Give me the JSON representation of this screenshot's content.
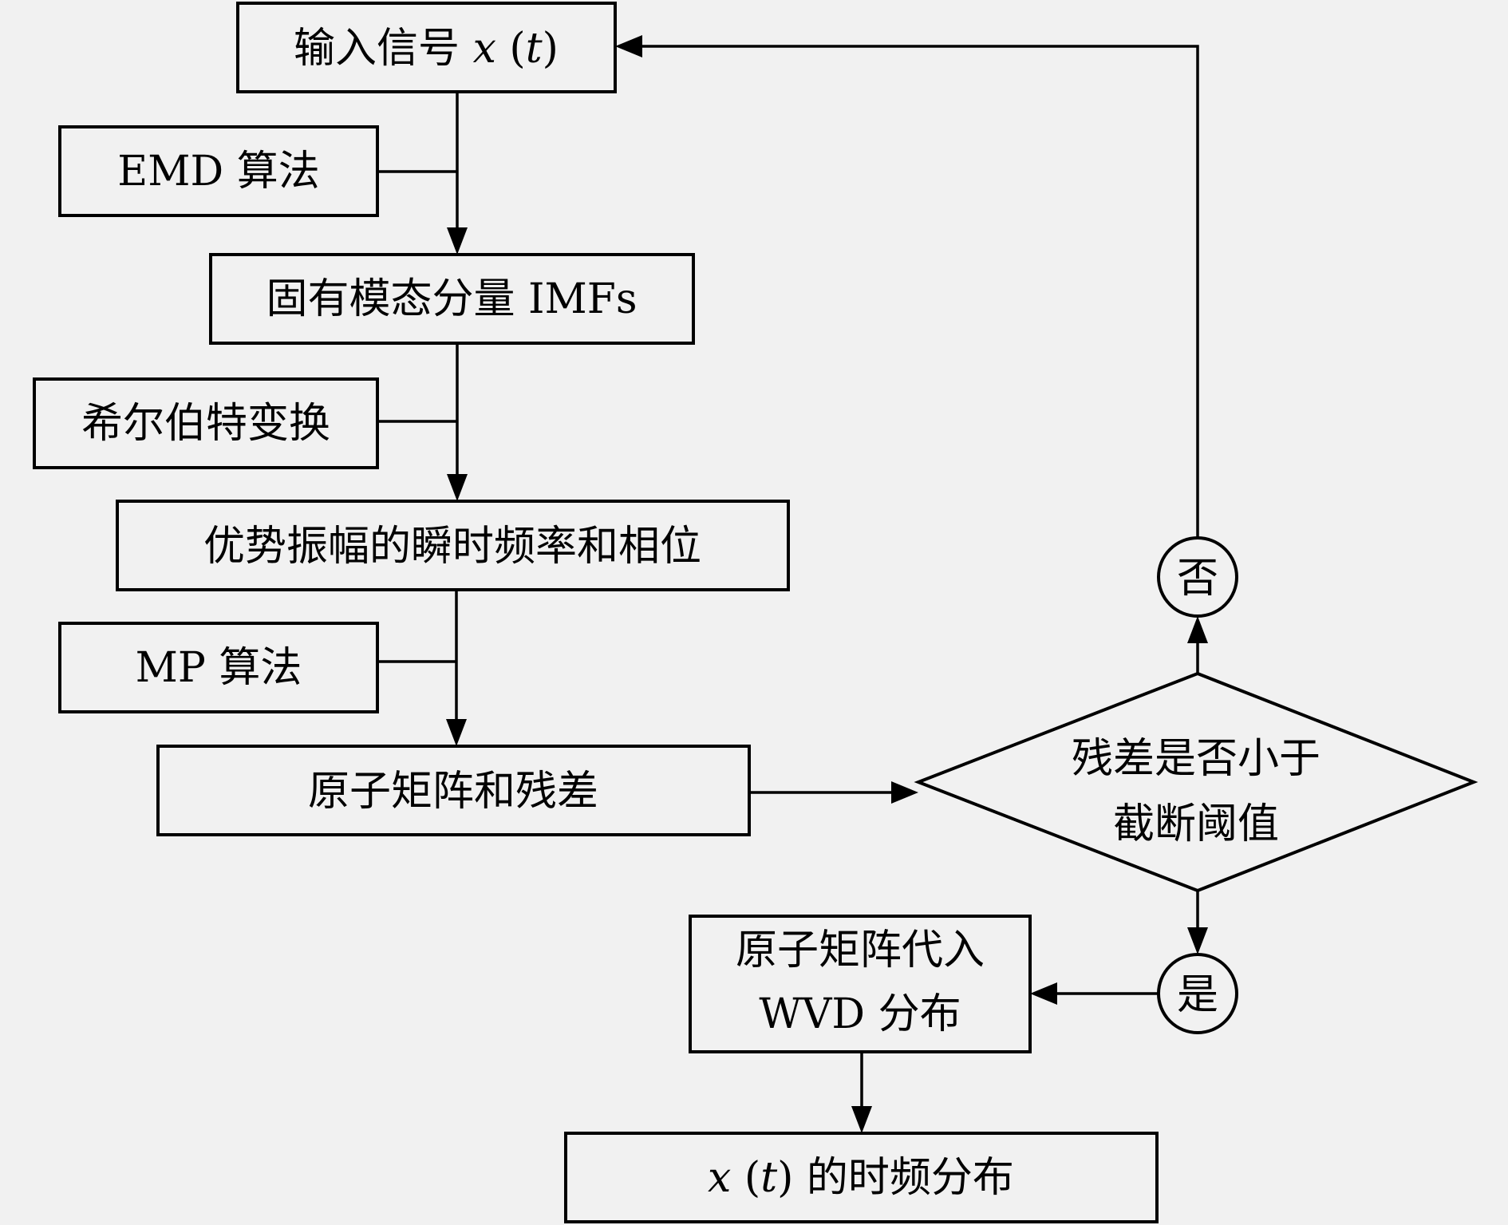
{
  "diagram": {
    "type": "flowchart",
    "nodes": {
      "input": {
        "text_prefix": "输入信号 ",
        "var_x": "x",
        "paren_open": " (",
        "var_t": "t",
        "paren_close": ")"
      },
      "emd": {
        "text": "EMD 算法"
      },
      "imfs": {
        "text": "固有模态分量 IMFs"
      },
      "hilbert": {
        "text": "希尔伯特变换"
      },
      "dominant": {
        "text": "优势振幅的瞬时频率和相位"
      },
      "mp": {
        "text": "MP 算法"
      },
      "residual": {
        "text": "原子矩阵和残差"
      },
      "decision": {
        "line1": "残差是否小于",
        "line2": "截断阈值"
      },
      "no": {
        "text": "否"
      },
      "yes": {
        "text": "是"
      },
      "wvd": {
        "line1": "原子矩阵代入",
        "line2": "WVD 分布"
      },
      "output": {
        "var_x": "x",
        "paren_open": " (",
        "var_t": "t",
        "paren_close": ")",
        "text_suffix": " 的时频分布"
      }
    },
    "edges": [
      {
        "from": "input",
        "to": "imfs",
        "via": "emd"
      },
      {
        "from": "imfs",
        "to": "dominant",
        "via": "hilbert"
      },
      {
        "from": "dominant",
        "to": "residual",
        "via": "mp"
      },
      {
        "from": "residual",
        "to": "decision"
      },
      {
        "from": "decision",
        "to": "no"
      },
      {
        "from": "no",
        "to": "input"
      },
      {
        "from": "decision",
        "to": "yes"
      },
      {
        "from": "yes",
        "to": "wvd"
      },
      {
        "from": "wvd",
        "to": "output"
      }
    ]
  }
}
